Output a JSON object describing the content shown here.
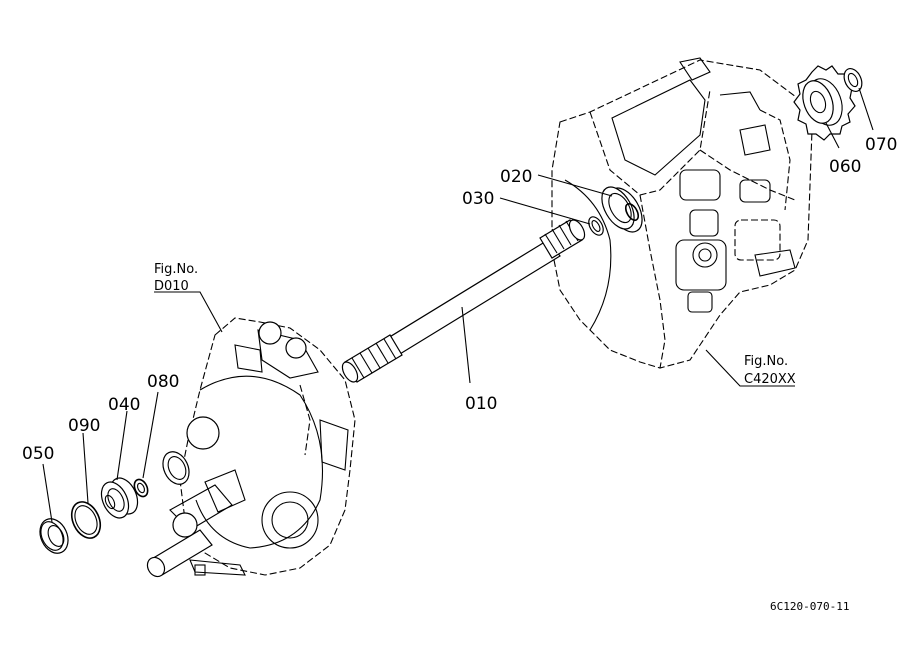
{
  "parts": [
    {
      "number": "010"
    },
    {
      "number": "020"
    },
    {
      "number": "030"
    },
    {
      "number": "040"
    },
    {
      "number": "050"
    },
    {
      "number": "060"
    },
    {
      "number": "070"
    },
    {
      "number": "080"
    },
    {
      "number": "090"
    }
  ],
  "references": [
    {
      "line1": "Fig.No.",
      "line2": "D010"
    },
    {
      "line1": "Fig.No.",
      "line2": "C420XX"
    }
  ],
  "drawing_code": "6C120-070-11"
}
